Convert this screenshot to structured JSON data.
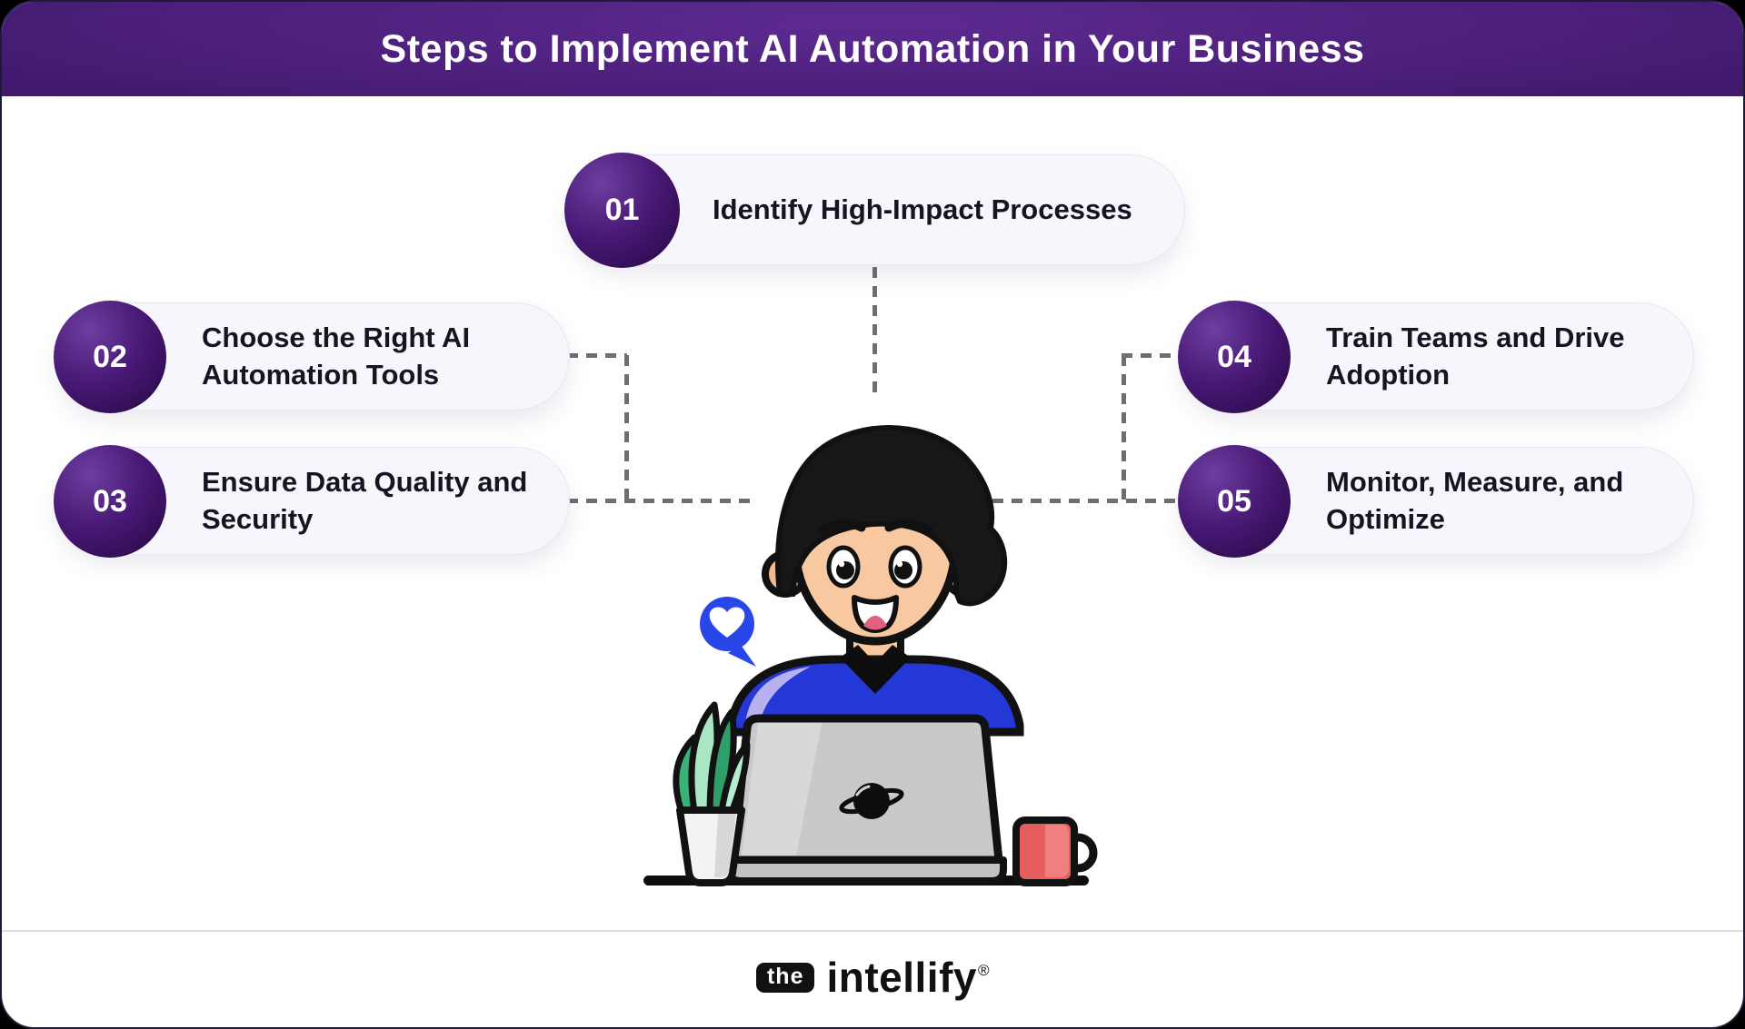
{
  "header": {
    "title": "Steps to Implement AI Automation in Your Business"
  },
  "steps": [
    {
      "number": "01",
      "label": "Identify High-Impact Processes"
    },
    {
      "number": "02",
      "label": "Choose the Right AI Automation Tools"
    },
    {
      "number": "03",
      "label": "Ensure Data Quality and Security"
    },
    {
      "number": "04",
      "label": "Train Teams and Drive Adoption"
    },
    {
      "number": "05",
      "label": "Monitor, Measure, and Optimize"
    }
  ],
  "footer": {
    "brand_prefix": "the",
    "brand_name": "intellify",
    "registered": "®"
  },
  "colors": {
    "header_purple_light": "#5e2b91",
    "header_purple_dark": "#2a0a45",
    "badge_purple_light": "#6d3f9e",
    "badge_purple_dark": "#240740",
    "pill_background": "#f6f6fc",
    "pill_border": "#e7e7f3",
    "step_text": "#15151f",
    "connector_gray": "#6e6e6e",
    "bubble_blue": "#2946e8",
    "shirt_blue": "#2338d6",
    "shirt_highlight": "#b7b2ef",
    "skin": "#f8c8a0",
    "mug_red": "#e65e5e",
    "leaf_green_dark": "#2f9e68",
    "leaf_green_light": "#a8e6c4",
    "laptop_gray": "#c9c9c9"
  },
  "illustration": {
    "alt": "Man with black hair in a blue shirt working on a laptop, with a potted plant, a red coffee mug and a blue heart chat bubble"
  }
}
